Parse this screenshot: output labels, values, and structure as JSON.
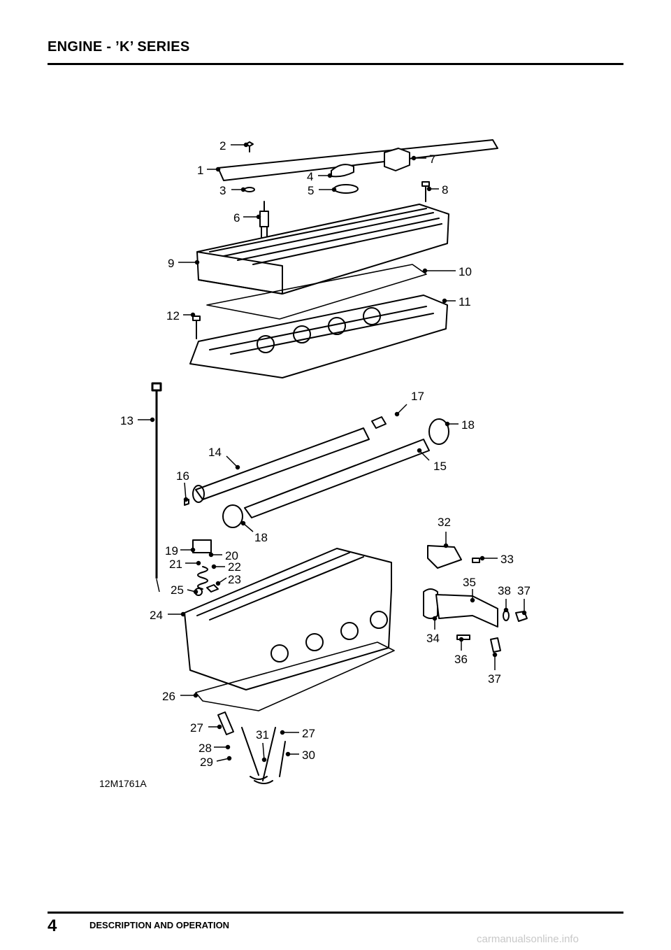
{
  "header": {
    "title": "ENGINE - ’K’ SERIES"
  },
  "footer": {
    "page_number": "4",
    "section": "DESCRIPTION AND OPERATION",
    "watermark": "carmanualsonline.info"
  },
  "figure": {
    "code": "12M1761A",
    "callouts": [
      {
        "id": "c2",
        "label": "2"
      },
      {
        "id": "c1",
        "label": "1"
      },
      {
        "id": "c3",
        "label": "3"
      },
      {
        "id": "c4",
        "label": "4"
      },
      {
        "id": "c5",
        "label": "5"
      },
      {
        "id": "c7",
        "label": "7"
      },
      {
        "id": "c8",
        "label": "8"
      },
      {
        "id": "c6",
        "label": "6"
      },
      {
        "id": "c9",
        "label": "9"
      },
      {
        "id": "c10",
        "label": "10"
      },
      {
        "id": "c11",
        "label": "11"
      },
      {
        "id": "c12",
        "label": "12"
      },
      {
        "id": "c13",
        "label": "13"
      },
      {
        "id": "c14",
        "label": "14"
      },
      {
        "id": "c15",
        "label": "15"
      },
      {
        "id": "c16",
        "label": "16"
      },
      {
        "id": "c17",
        "label": "17"
      },
      {
        "id": "c18a",
        "label": "18"
      },
      {
        "id": "c18b",
        "label": "18"
      },
      {
        "id": "c19",
        "label": "19"
      },
      {
        "id": "c20",
        "label": "20"
      },
      {
        "id": "c21",
        "label": "21"
      },
      {
        "id": "c22",
        "label": "22"
      },
      {
        "id": "c23",
        "label": "23"
      },
      {
        "id": "c24",
        "label": "24"
      },
      {
        "id": "c25",
        "label": "25"
      },
      {
        "id": "c26",
        "label": "26"
      },
      {
        "id": "c27a",
        "label": "27"
      },
      {
        "id": "c27b",
        "label": "27"
      },
      {
        "id": "c28",
        "label": "28"
      },
      {
        "id": "c29",
        "label": "29"
      },
      {
        "id": "c30",
        "label": "30"
      },
      {
        "id": "c31",
        "label": "31"
      },
      {
        "id": "c32",
        "label": "32"
      },
      {
        "id": "c33",
        "label": "33"
      },
      {
        "id": "c34",
        "label": "34"
      },
      {
        "id": "c35",
        "label": "35"
      },
      {
        "id": "c36",
        "label": "36"
      },
      {
        "id": "c37a",
        "label": "37"
      },
      {
        "id": "c37b",
        "label": "37"
      },
      {
        "id": "c38",
        "label": "38"
      }
    ]
  }
}
